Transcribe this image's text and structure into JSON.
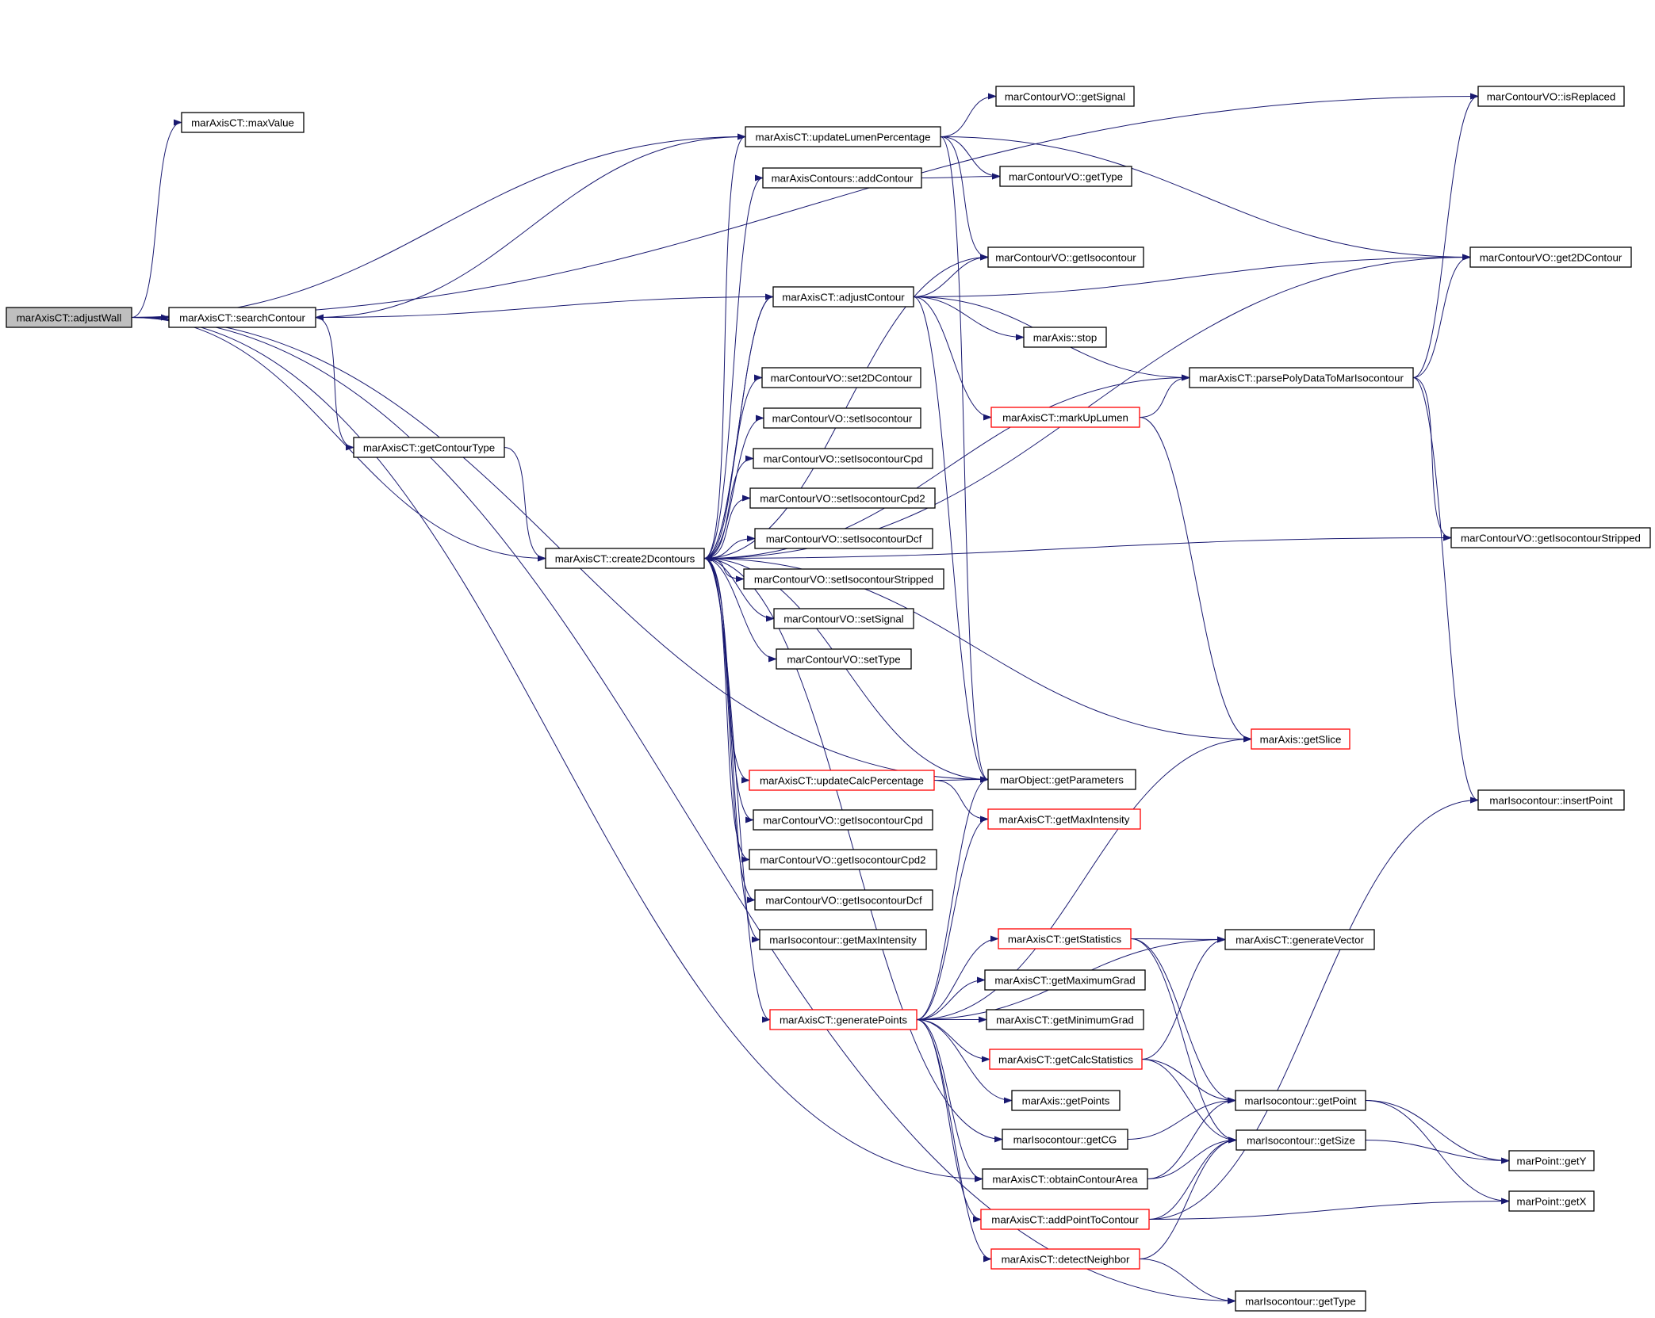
{
  "graph": {
    "edge_color": "#191970",
    "root_fill": "#bfbfbf",
    "highlight_border": "#ff0000",
    "nodes": [
      {
        "id": "adjustWall",
        "label": "marAxisCT::adjustWall",
        "style": "root"
      },
      {
        "id": "maxValue",
        "label": "marAxisCT::maxValue"
      },
      {
        "id": "searchContour",
        "label": "marAxisCT::searchContour"
      },
      {
        "id": "getContourType",
        "label": "marAxisCT::getContourType"
      },
      {
        "id": "create2Dcontours",
        "label": "marAxisCT::create2Dcontours"
      },
      {
        "id": "updateLumenPercentage",
        "label": "marAxisCT::updateLumenPercentage"
      },
      {
        "id": "addContour",
        "label": "marAxisContours::addContour"
      },
      {
        "id": "adjustContour",
        "label": "marAxisCT::adjustContour"
      },
      {
        "id": "set2DContour",
        "label": "marContourVO::set2DContour"
      },
      {
        "id": "setIsocontour",
        "label": "marContourVO::setIsocontour"
      },
      {
        "id": "setIsocontourCpd",
        "label": "marContourVO::setIsocontourCpd"
      },
      {
        "id": "setIsocontourCpd2",
        "label": "marContourVO::setIsocontourCpd2"
      },
      {
        "id": "setIsocontourDcf",
        "label": "marContourVO::setIsocontourDcf"
      },
      {
        "id": "setIsocontourStripped",
        "label": "marContourVO::setIsocontourStripped"
      },
      {
        "id": "setSignal",
        "label": "marContourVO::setSignal"
      },
      {
        "id": "setType",
        "label": "marContourVO::setType"
      },
      {
        "id": "updateCalcPercentage",
        "label": "marAxisCT::updateCalcPercentage",
        "style": "red"
      },
      {
        "id": "getIsocontourCpd",
        "label": "marContourVO::getIsocontourCpd"
      },
      {
        "id": "getIsocontourCpd2",
        "label": "marContourVO::getIsocontourCpd2"
      },
      {
        "id": "getIsocontourDcf",
        "label": "marContourVO::getIsocontourDcf"
      },
      {
        "id": "isoGetMaxIntensity",
        "label": "marIsocontour::getMaxIntensity"
      },
      {
        "id": "generatePoints",
        "label": "marAxisCT::generatePoints",
        "style": "red"
      },
      {
        "id": "getSignal",
        "label": "marContourVO::getSignal"
      },
      {
        "id": "getType",
        "label": "marContourVO::getType"
      },
      {
        "id": "getIsocontour",
        "label": "marContourVO::getIsocontour"
      },
      {
        "id": "stop",
        "label": "marAxis::stop"
      },
      {
        "id": "markUpLumen",
        "label": "marAxisCT::markUpLumen",
        "style": "red"
      },
      {
        "id": "getParameters",
        "label": "marObject::getParameters"
      },
      {
        "id": "getMaxIntensity",
        "label": "marAxisCT::getMaxIntensity",
        "style": "red"
      },
      {
        "id": "getStatistics",
        "label": "marAxisCT::getStatistics",
        "style": "red"
      },
      {
        "id": "getMaximumGrad",
        "label": "marAxisCT::getMaximumGrad"
      },
      {
        "id": "getMinimumGrad",
        "label": "marAxisCT::getMinimumGrad"
      },
      {
        "id": "getCalcStatistics",
        "label": "marAxisCT::getCalcStatistics",
        "style": "red"
      },
      {
        "id": "getPoints",
        "label": "marAxis::getPoints"
      },
      {
        "id": "getCG",
        "label": "marIsocontour::getCG"
      },
      {
        "id": "obtainContourArea",
        "label": "marAxisCT::obtainContourArea"
      },
      {
        "id": "addPointToContour",
        "label": "marAxisCT::addPointToContour",
        "style": "red"
      },
      {
        "id": "detectNeighbor",
        "label": "marAxisCT::detectNeighbor",
        "style": "red"
      },
      {
        "id": "parsePolyData",
        "label": "marAxisCT::parsePolyDataToMarIsocontour"
      },
      {
        "id": "getSlice",
        "label": "marAxis::getSlice",
        "style": "red"
      },
      {
        "id": "generateVector",
        "label": "marAxisCT::generateVector"
      },
      {
        "id": "isoGetPoint",
        "label": "marIsocontour::getPoint"
      },
      {
        "id": "isoGetSize",
        "label": "marIsocontour::getSize"
      },
      {
        "id": "isoGetType",
        "label": "marIsocontour::getType"
      },
      {
        "id": "isReplaced",
        "label": "marContourVO::isReplaced"
      },
      {
        "id": "get2DContour",
        "label": "marContourVO::get2DContour"
      },
      {
        "id": "getIsocontourStripped",
        "label": "marContourVO::getIsocontourStripped"
      },
      {
        "id": "insertPoint",
        "label": "marIsocontour::insertPoint"
      },
      {
        "id": "getY",
        "label": "marPoint::getY"
      },
      {
        "id": "getX",
        "label": "marPoint::getX"
      }
    ],
    "edges": [
      [
        "adjustWall",
        "maxValue"
      ],
      [
        "adjustWall",
        "searchContour"
      ],
      [
        "adjustWall",
        "updateLumenPercentage"
      ],
      [
        "adjustWall",
        "isReplaced"
      ],
      [
        "adjustWall",
        "create2Dcontours"
      ],
      [
        "adjustWall",
        "getParameters"
      ],
      [
        "adjustWall",
        "obtainContourArea"
      ],
      [
        "adjustWall",
        "isoGetType"
      ],
      [
        "searchContour",
        "getContourType"
      ],
      [
        "getContourType",
        "create2Dcontours"
      ],
      [
        "create2Dcontours",
        "updateLumenPercentage"
      ],
      [
        "create2Dcontours",
        "addContour"
      ],
      [
        "create2Dcontours",
        "getIsocontour"
      ],
      [
        "create2Dcontours",
        "get2DContour"
      ],
      [
        "create2Dcontours",
        "adjustContour"
      ],
      [
        "create2Dcontours",
        "set2DContour"
      ],
      [
        "create2Dcontours",
        "setIsocontour"
      ],
      [
        "create2Dcontours",
        "setIsocontourCpd"
      ],
      [
        "create2Dcontours",
        "setIsocontourCpd2"
      ],
      [
        "create2Dcontours",
        "setIsocontourDcf"
      ],
      [
        "create2Dcontours",
        "setIsocontourStripped"
      ],
      [
        "create2Dcontours",
        "setSignal"
      ],
      [
        "create2Dcontours",
        "setType"
      ],
      [
        "create2Dcontours",
        "getIsocontourStripped"
      ],
      [
        "create2Dcontours",
        "getSlice"
      ],
      [
        "create2Dcontours",
        "updateCalcPercentage"
      ],
      [
        "create2Dcontours",
        "getIsocontourCpd"
      ],
      [
        "create2Dcontours",
        "getIsocontourCpd2"
      ],
      [
        "create2Dcontours",
        "getIsocontourDcf"
      ],
      [
        "create2Dcontours",
        "isoGetMaxIntensity"
      ],
      [
        "create2Dcontours",
        "generatePoints"
      ],
      [
        "create2Dcontours",
        "getCG"
      ],
      [
        "create2Dcontours",
        "getParameters"
      ],
      [
        "create2Dcontours",
        "parsePolyData"
      ],
      [
        "updateLumenPercentage",
        "getSignal"
      ],
      [
        "updateLumenPercentage",
        "getType"
      ],
      [
        "updateLumenPercentage",
        "getIsocontour"
      ],
      [
        "updateLumenPercentage",
        "get2DContour"
      ],
      [
        "updateLumenPercentage",
        "getParameters"
      ],
      [
        "updateLumenPercentage",
        "searchContour"
      ],
      [
        "addContour",
        "getType"
      ],
      [
        "adjustContour",
        "searchContour"
      ],
      [
        "adjustContour",
        "getIsocontour"
      ],
      [
        "adjustContour",
        "get2DContour"
      ],
      [
        "adjustContour",
        "stop"
      ],
      [
        "adjustContour",
        "parsePolyData"
      ],
      [
        "adjustContour",
        "markUpLumen"
      ],
      [
        "adjustContour",
        "getParameters"
      ],
      [
        "adjustContour",
        "create2Dcontours"
      ],
      [
        "markUpLumen",
        "parsePolyData"
      ],
      [
        "markUpLumen",
        "getSlice"
      ],
      [
        "updateCalcPercentage",
        "getParameters"
      ],
      [
        "updateCalcPercentage",
        "getMaxIntensity"
      ],
      [
        "generatePoints",
        "getSlice"
      ],
      [
        "generatePoints",
        "getParameters"
      ],
      [
        "generatePoints",
        "getMaxIntensity"
      ],
      [
        "generatePoints",
        "getStatistics"
      ],
      [
        "generatePoints",
        "generateVector"
      ],
      [
        "generatePoints",
        "getMaximumGrad"
      ],
      [
        "generatePoints",
        "getMinimumGrad"
      ],
      [
        "generatePoints",
        "getCalcStatistics"
      ],
      [
        "generatePoints",
        "getPoints"
      ],
      [
        "generatePoints",
        "obtainContourArea"
      ],
      [
        "generatePoints",
        "addPointToContour"
      ],
      [
        "generatePoints",
        "detectNeighbor"
      ],
      [
        "getStatistics",
        "generateVector"
      ],
      [
        "getStatistics",
        "isoGetPoint"
      ],
      [
        "getStatistics",
        "isoGetSize"
      ],
      [
        "getCalcStatistics",
        "generateVector"
      ],
      [
        "getCalcStatistics",
        "isoGetPoint"
      ],
      [
        "getCalcStatistics",
        "isoGetSize"
      ],
      [
        "getCG",
        "isoGetPoint"
      ],
      [
        "obtainContourArea",
        "isoGetPoint"
      ],
      [
        "obtainContourArea",
        "isoGetSize"
      ],
      [
        "addPointToContour",
        "insertPoint"
      ],
      [
        "addPointToContour",
        "isoGetSize"
      ],
      [
        "addPointToContour",
        "getX"
      ],
      [
        "detectNeighbor",
        "isoGetType"
      ],
      [
        "detectNeighbor",
        "isoGetSize"
      ],
      [
        "parsePolyData",
        "isReplaced"
      ],
      [
        "parsePolyData",
        "get2DContour"
      ],
      [
        "parsePolyData",
        "getIsocontourStripped"
      ],
      [
        "parsePolyData",
        "insertPoint"
      ],
      [
        "isoGetPoint",
        "getY"
      ],
      [
        "isoGetPoint",
        "getX"
      ],
      [
        "isoGetSize",
        "getY"
      ]
    ]
  }
}
